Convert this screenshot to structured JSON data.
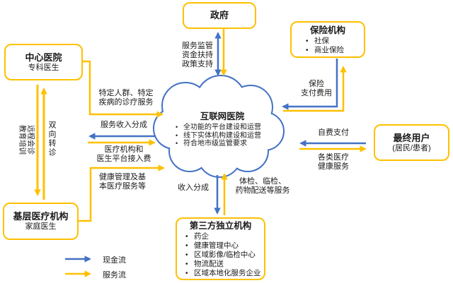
{
  "colors": {
    "cash_flow": "#4472C4",
    "service_flow": "#FFC000"
  },
  "nodes": {
    "government": {
      "title": "政府"
    },
    "insurance": {
      "title": "保险机构",
      "items": [
        "社保",
        "商业保险"
      ]
    },
    "central_hospital": {
      "title": "中心医院",
      "subtitle": "专科医生"
    },
    "internet_hospital": {
      "title": "互联网医院",
      "items": [
        "全功能的平台建设和运营",
        "线下实体机构建设和运营",
        "符合地市级监管要求"
      ]
    },
    "end_user": {
      "title": "最终用户",
      "subtitle": "(居民/患者)"
    },
    "primary_care": {
      "title": "基层医疗机构",
      "subtitle": "家庭医生"
    },
    "third_party": {
      "title": "第三方独立机构",
      "items": [
        "药企",
        "健康管理中心",
        "区域影像/临检中心",
        "物流配送",
        "区域本地化服务企业"
      ]
    }
  },
  "edge_labels": {
    "gov_cloud": "服务监管\n资金扶持\n政策支持",
    "insurance_pay": "保险\n支付费用",
    "specific_services": "特定人群、特定\n疾病的诊疗服务",
    "service_revenue_share": "服务收入分成",
    "platform_access_fee": "医疗机构和\n医生平台接入费",
    "health_management": "健康管理及基\n本医疗服务等",
    "education_training": "教育培训",
    "remote_consultation": "远程会诊",
    "two_way_referral": "双向转诊",
    "self_pay": "自费支付",
    "medical_health_services": "各类医疗\n健康服务",
    "revenue_share": "收入分成",
    "checkup_delivery_services": "体检、临检、\n药物配送等服务"
  },
  "legend": {
    "cash_flow": "现金流",
    "service_flow": "服务流"
  }
}
